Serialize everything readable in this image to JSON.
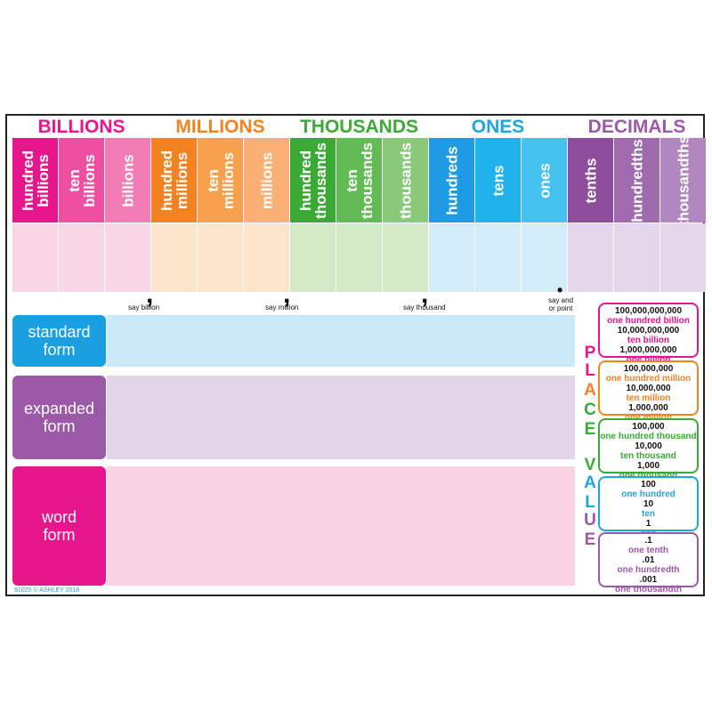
{
  "groups": [
    {
      "label": "BILLIONS",
      "color": "#e8168c",
      "columns": [
        "hundred\nbillions",
        "ten\nbillions",
        "billions"
      ],
      "col_colors": [
        "#e8168c",
        "#ef4fa0",
        "#f27db6"
      ],
      "cell_color": "#f8d6e6"
    },
    {
      "label": "MILLIONS",
      "color": "#f58220",
      "columns": [
        "hundred\nmillions",
        "ten\nmillions",
        "millions"
      ],
      "col_colors": [
        "#f58220",
        "#f8a04e",
        "#fab074"
      ],
      "cell_color": "#fde5cc"
    },
    {
      "label": "THOUSANDS",
      "color": "#3aaa35",
      "columns": [
        "hundred\nthousands",
        "ten\nthousands",
        "thousands"
      ],
      "col_colors": [
        "#3aaa35",
        "#63bb55",
        "#8ac87a"
      ],
      "cell_color": "#d4e9c6"
    },
    {
      "label": "ONES",
      "color": "#1ea6e0",
      "columns": [
        "hundreds",
        "tens",
        "ones"
      ],
      "col_colors": [
        "#1e9be4",
        "#1fb2ec",
        "#46c2f0"
      ],
      "cell_color": "#d3ecf9"
    },
    {
      "label": "DECIMALS",
      "color": "#9b59a8",
      "columns": [
        "tenths",
        "hundredths",
        "thousandths"
      ],
      "col_colors": [
        "#8e4d9c",
        "#a06aae",
        "#b287bf"
      ],
      "cell_color": "#e4d6eb"
    }
  ],
  "separators": [
    "say billion",
    "say million",
    "say thousand",
    "say and\nor point"
  ],
  "forms": [
    {
      "label": "standard\nform",
      "color": "#1aa0e0",
      "bg": "#cce9f9"
    },
    {
      "label": "expanded\nform",
      "color": "#9b59a8",
      "bg": "#e2d5ea"
    },
    {
      "label": "word\nform",
      "color": "#e8168c",
      "bg": "#f9d3e3"
    }
  ],
  "place_value_title": [
    "P",
    "L",
    "A",
    "C",
    "E",
    "V",
    "A",
    "L",
    "U",
    "E"
  ],
  "place_value_letter_colors": [
    "#e8168c",
    "#e8168c",
    "#f58220",
    "#3aaa35",
    "#3aaa35",
    "#3aaa35",
    "#1ea6e0",
    "#1ea6e0",
    "#9b59a8",
    "#9b59a8"
  ],
  "place_value_boxes": [
    {
      "color": "#e8168c",
      "lines": [
        "100,000,000,000",
        "one hundred billion",
        "10,000,000,000",
        "ten billion",
        "1,000,000,000",
        "one billion"
      ]
    },
    {
      "color": "#f58220",
      "lines": [
        "100,000,000",
        "one hundred million",
        "10,000,000",
        "ten million",
        "1,000,000",
        "one million"
      ]
    },
    {
      "color": "#3aaa35",
      "lines": [
        "100,000",
        "one hundred thousand",
        "10,000",
        "ten thousand",
        "1,000",
        "one thousand"
      ]
    },
    {
      "color": "#1ea6e0",
      "lines": [
        "100",
        "one hundred",
        "10",
        "ten",
        "1",
        "one"
      ]
    },
    {
      "color": "#9b59a8",
      "lines": [
        ".1",
        "one tenth",
        ".01",
        "one hundredth",
        ".001",
        "one thousandth"
      ]
    }
  ],
  "copyright": "91025 © ASHLEY 2018"
}
